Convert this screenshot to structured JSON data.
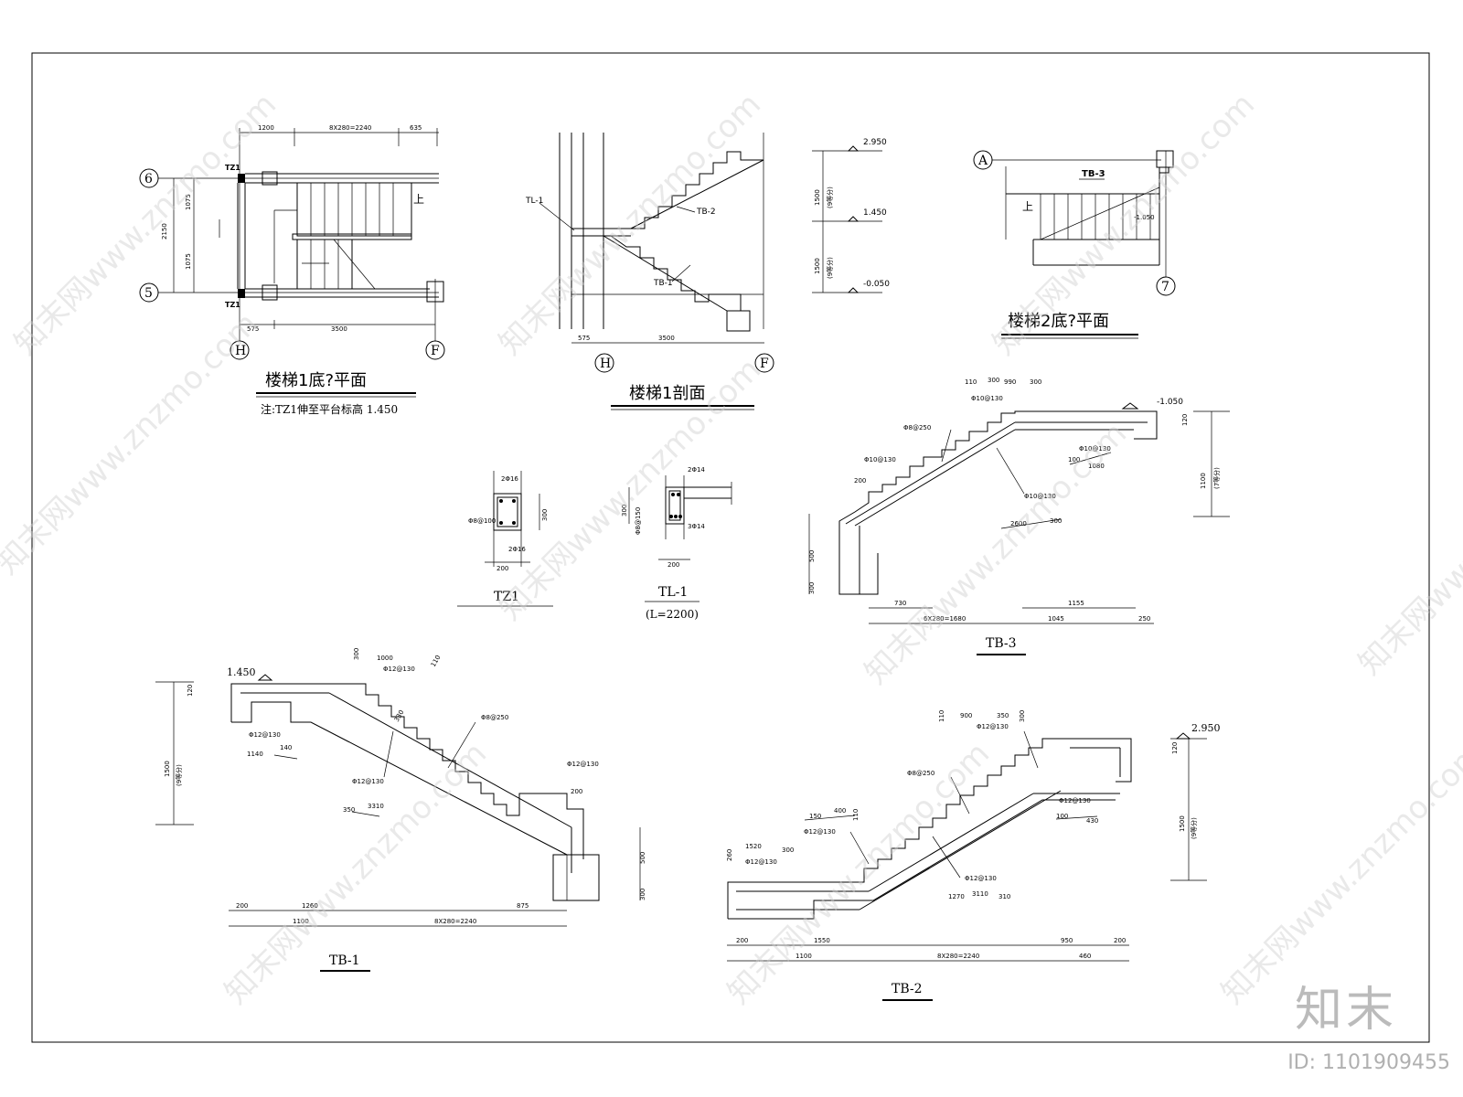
{
  "plan1": {
    "title": "楼梯1底?平面",
    "note": "注:TZ1伸至平台标高 1.450",
    "axes": [
      "6",
      "5",
      "H",
      "F"
    ],
    "col_label": "TZ1",
    "up": "上",
    "dims_top": [
      "1200",
      "8X280=2240",
      "635"
    ],
    "dims_left": [
      "2150",
      "1075",
      "1075"
    ],
    "dims_bottom": [
      "575",
      "3500"
    ]
  },
  "section1": {
    "title": "楼梯1剖面",
    "axes": [
      "H",
      "F"
    ],
    "labels": [
      "TL-1",
      "TB-2",
      "TB-1"
    ],
    "dims_bottom": [
      "575",
      "3500"
    ],
    "elevations": [
      "2.950",
      "1.450",
      "-0.050"
    ],
    "dims_right": [
      "1500",
      "(9等分)",
      "1500",
      "(9等分)"
    ]
  },
  "plan2": {
    "title": "楼梯2底?平面",
    "axes": [
      "A",
      "7"
    ],
    "tb": "TB-3",
    "up": "上",
    "elev": "-1.050"
  },
  "tz1": {
    "title": "TZ1",
    "labels": [
      "2Φ16",
      "Φ8@100",
      "300",
      "2Φ16",
      "200"
    ]
  },
  "tl1": {
    "title": "TL-1",
    "subtitle": "(L=2200)",
    "labels": [
      "2Φ14",
      "300",
      "Φ8@150",
      "3Φ14",
      "200"
    ]
  },
  "tb3": {
    "title": "TB-3",
    "elev": "-1.050",
    "labels": [
      "Φ10@130",
      "Φ8@250",
      "Φ10@130",
      "Φ10@130",
      "Φ10@130",
      "200",
      "500",
      "300"
    ],
    "dims": [
      "730",
      "1155",
      "6X280=1680",
      "1045",
      "250",
      "1100",
      "(7等分)",
      "120"
    ],
    "bars": [
      "110",
      "300",
      "990",
      "300",
      "100",
      "1080",
      "2600",
      "300"
    ]
  },
  "tb1": {
    "title": "TB-1",
    "elev": "1.450",
    "labels": [
      "Φ12@130",
      "Φ12@130",
      "Φ12@130",
      "Φ8@250",
      "Φ12@130",
      "200",
      "500",
      "300"
    ],
    "dims": [
      "200",
      "1260",
      "875",
      "1100",
      "8X280=2240",
      "1500",
      "(9等分)",
      "120"
    ],
    "bars": [
      "300",
      "1000",
      "1140",
      "140",
      "350",
      "3310",
      "110",
      "330"
    ]
  },
  "tb2": {
    "title": "TB-2",
    "elev": "2.950",
    "labels": [
      "Φ12@130",
      "Φ8@250",
      "Φ12@130",
      "Φ12@130",
      "Φ12@130",
      "Φ12@130"
    ],
    "dims": [
      "200",
      "1550",
      "950",
      "200",
      "1100",
      "8X280=2240",
      "460",
      "1500",
      "(9等分)",
      "120"
    ],
    "bars": [
      "110",
      "900",
      "350",
      "300",
      "150",
      "400",
      "110",
      "1520",
      "300",
      "260",
      "100",
      "430",
      "1270",
      "3110",
      "310"
    ]
  },
  "watermark": "知末网www.znzmo.com",
  "logo": "知末",
  "id_text": "ID: 1101909455"
}
